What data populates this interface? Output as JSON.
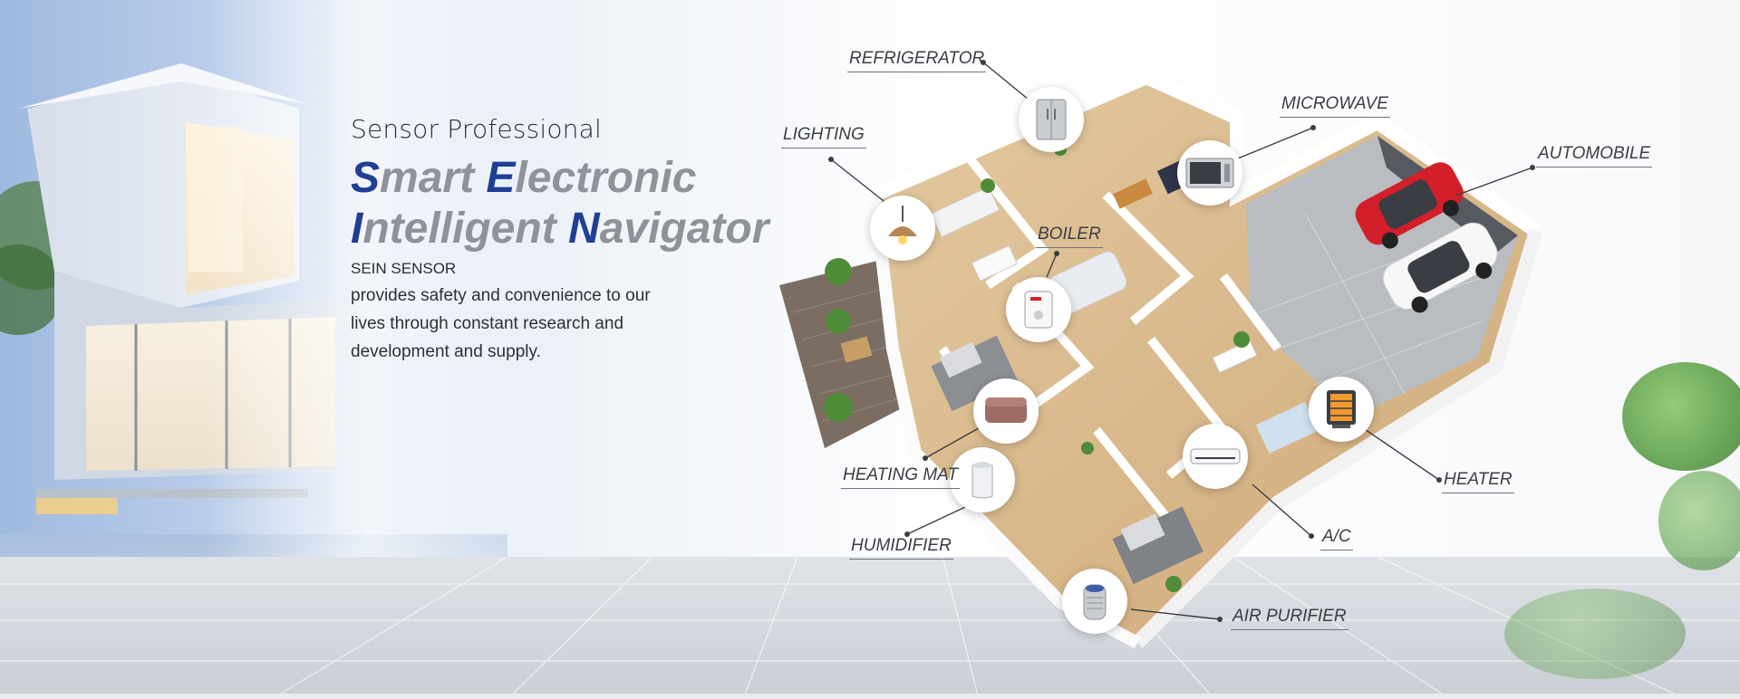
{
  "hero": {
    "kicker": "Sensor Professional",
    "line1": {
      "first": "S",
      "rest1": "mart ",
      "second": "E",
      "rest2": "lectronic"
    },
    "line2": {
      "first": "I",
      "rest1": "ntelligent ",
      "second": "N",
      "rest2": "avigator"
    },
    "brand": "SEIN SENSOR",
    "description": "provides safety and convenience to our lives through constant research and development and supply."
  },
  "labels": {
    "refrigerator": "REFRIGERATOR",
    "lighting": "LIGHTING",
    "microwave": "MICROWAVE",
    "automobile": "AUTOMOBILE",
    "boiler": "BOILER",
    "heating_mat": "HEATING MAT",
    "humidifier": "HUMIDIFIER",
    "heater": "HEATER",
    "ac": "A/C",
    "air_purifier": "AIR PURIFIER"
  },
  "icons": [
    "refrigerator-icon",
    "lamp-icon",
    "microwave-icon",
    "car-icon",
    "boiler-icon",
    "heating-mat-icon",
    "humidifier-icon",
    "heater-icon",
    "ac-icon",
    "air-purifier-icon"
  ],
  "colors": {
    "accent": "#1f3f95",
    "headline_gray": "#8e939a"
  }
}
